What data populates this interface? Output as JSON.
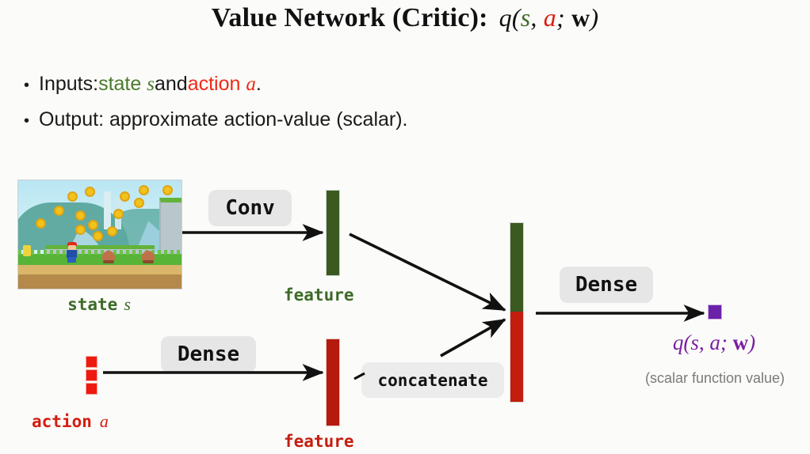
{
  "slide": {
    "title": {
      "text": "Value Network (Critic):",
      "formula_q": "q",
      "formula_open": "(",
      "formula_s": "s",
      "formula_comma": ", ",
      "formula_a": "a",
      "formula_semicolon": "; ",
      "formula_w": "w",
      "formula_close": ")"
    },
    "bullets": [
      {
        "marker": "•",
        "prefix": "Inputs: ",
        "green_word": "state",
        "green_var": "s",
        "middle": " and ",
        "red_word": "action",
        "red_var": "a",
        "suffix": "."
      },
      {
        "marker": "•",
        "text": "Output: approximate action-value (scalar)."
      }
    ],
    "diagram": {
      "state_input": {
        "label_word": "state",
        "label_var": "s",
        "alt": "super-mario-game-frame"
      },
      "action_input": {
        "label_word": "action",
        "label_var": "a",
        "squares": 3
      },
      "ops": {
        "conv": "Conv",
        "dense_action": "Dense",
        "concatenate": "concatenate",
        "dense_output": "Dense"
      },
      "features": {
        "state_feature_label": "feature",
        "action_feature_label": "feature"
      },
      "output": {
        "q": "q",
        "open": "(",
        "s": "s",
        "comma": ", ",
        "a": "a",
        "semicolon": "; ",
        "w": "w",
        "close": ")",
        "caption": "(scalar function value)"
      }
    },
    "colors": {
      "state_green": "#3d6b27",
      "action_red": "#d41d10",
      "feature_green_bar": "#3a5a22",
      "feature_red_bar": "#b51a0e",
      "output_purple": "#6b21a8",
      "op_box_gray": "#e6e6e6",
      "background": "#fbfbf9"
    }
  }
}
